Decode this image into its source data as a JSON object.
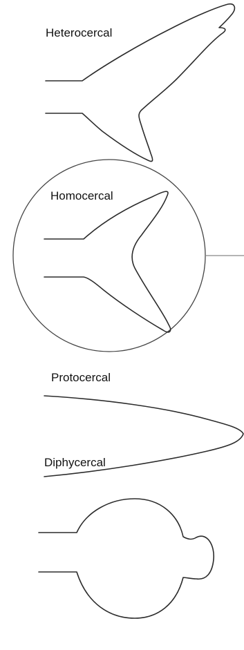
{
  "figure": {
    "labels": {
      "heterocercal": "Heterocercal",
      "homocercal": "Homocercal",
      "protocercal": "Protocercal",
      "diphycercal": "Diphycercal"
    },
    "tails": [
      {
        "type": "heterocercal",
        "icon": "heterocercal-tail-icon",
        "highlighted": false
      },
      {
        "type": "homocercal",
        "icon": "homocercal-tail-icon",
        "highlighted": true
      },
      {
        "type": "protocercal",
        "icon": "protocercal-tail-icon",
        "highlighted": false
      },
      {
        "type": "diphycercal",
        "icon": "diphycercal-tail-icon",
        "highlighted": false
      }
    ],
    "colors": {
      "outline": "#2b2b2b",
      "callout": "#444444",
      "callout_line": "#888888",
      "background": "#ffffff"
    }
  }
}
